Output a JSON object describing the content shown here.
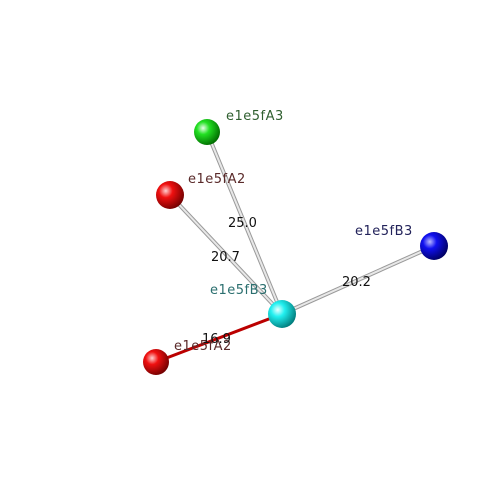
{
  "nodes": {
    "center": {
      "label": "e1e5fB3",
      "color": "#00e5e5",
      "label_color": "#2b6f6f"
    },
    "green": {
      "label": "e1e5fA3",
      "color": "#00dd00",
      "label_color": "#2f5f2f"
    },
    "red_top": {
      "label": "e1e5fA2",
      "color": "#ee0000",
      "label_color": "#5a2a2a"
    },
    "blue": {
      "label": "e1e5fB3",
      "color": "#0000ee",
      "label_color": "#22225a"
    },
    "red_bottom": {
      "label": "e1e5fA2",
      "color": "#ee0000",
      "label_color": "#5a2a2a"
    }
  },
  "edges": {
    "green_center": {
      "distance": "25.0",
      "color": "#c8c8c8"
    },
    "red_top_center": {
      "distance": "20.7",
      "color": "#c8c8c8"
    },
    "blue_center": {
      "distance": "20.2",
      "color": "#c8c8c8"
    },
    "red_bottom_center": {
      "distance": "16.9",
      "color": "#cc0000"
    }
  }
}
